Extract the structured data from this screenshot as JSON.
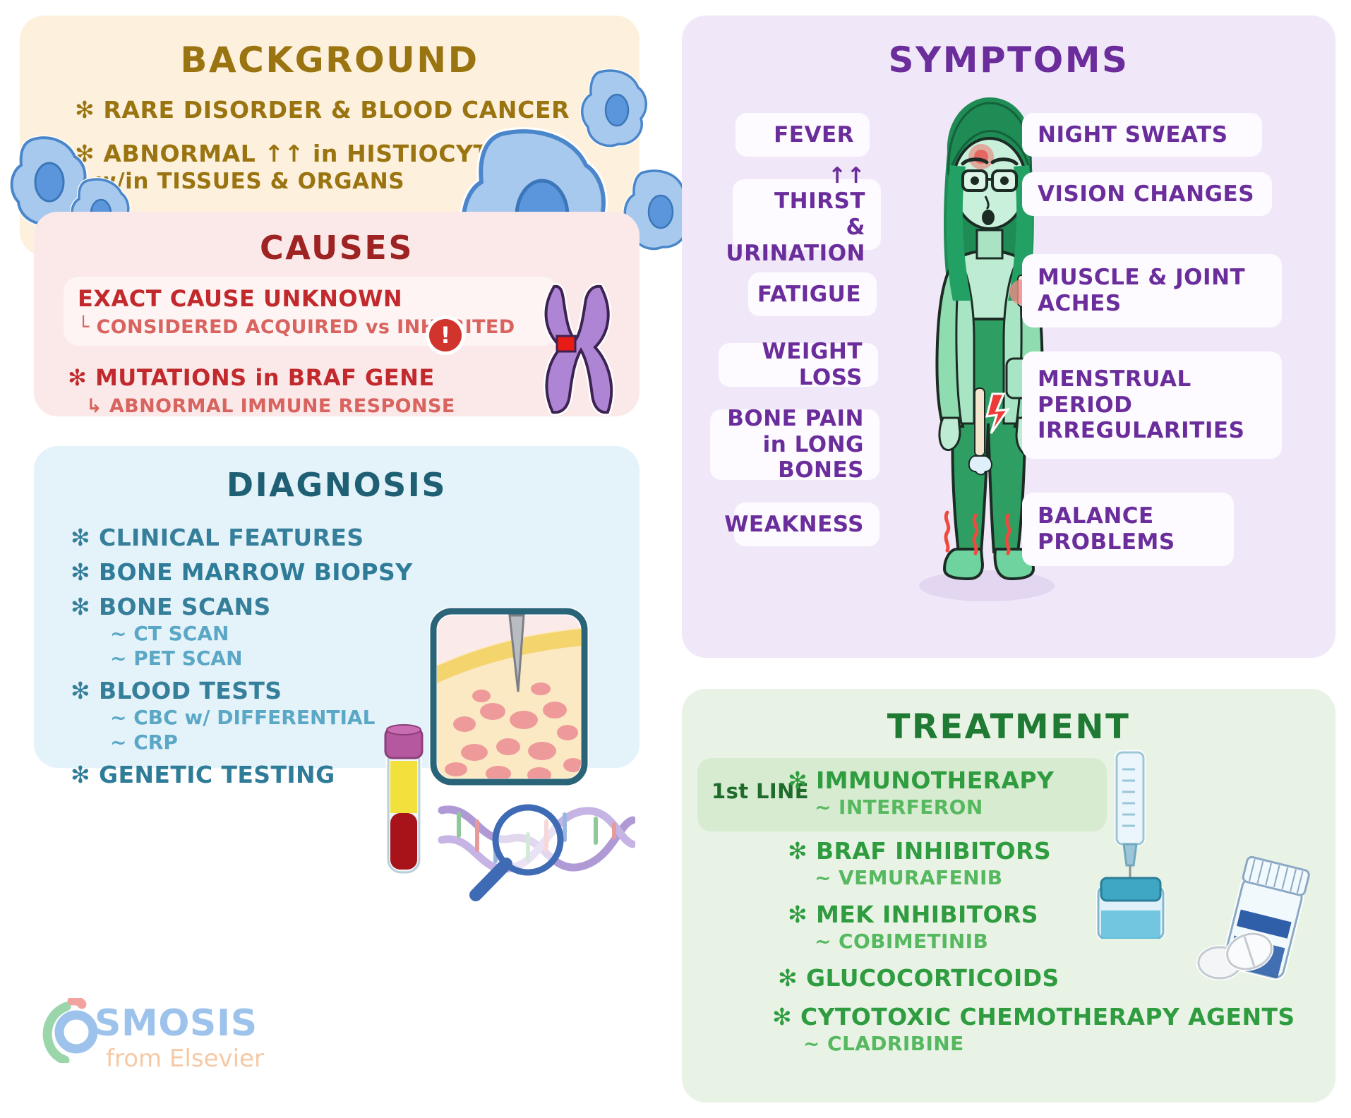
{
  "background": {
    "title": "BACKGROUND",
    "bullet_glyph": "✻",
    "items": [
      {
        "text": "RARE DISORDER & BLOOD CANCER"
      },
      {
        "text": "ABNORMAL ↑↑ in HISTIOCYTES",
        "sub": "w/in TISSUES & ORGANS"
      }
    ],
    "color": "#9a7410",
    "bg_color": "#fdf1dd"
  },
  "causes": {
    "title": "CAUSES",
    "highlight": {
      "main": "EXACT CAUSE UNKNOWN",
      "sub_arrow": "└",
      "sub": "CONSIDERED ACQUIRED vs INHERITED"
    },
    "item": {
      "bullet_glyph": "✻",
      "main": "MUTATIONS in BRAF GENE",
      "sub_arrow": "↳",
      "sub": "ABNORMAL IMMUNE RESPONSE"
    },
    "alert_glyph": "!",
    "color": "#c2292d",
    "title_color": "#9e2323",
    "bg_color": "#fbe9e9"
  },
  "diagnosis": {
    "title": "DIAGNOSIS",
    "bullet_glyph": "✻",
    "sub_glyph": "~",
    "items": [
      {
        "label": "CLINICAL FEATURES",
        "bold": false,
        "subs": []
      },
      {
        "label": "BONE MARROW BIOPSY",
        "bold": true,
        "subs": []
      },
      {
        "label": "BONE SCANS",
        "bold": false,
        "subs": [
          {
            "label": "CT SCAN",
            "bold": false
          },
          {
            "label": "PET SCAN",
            "bold": false
          }
        ]
      },
      {
        "label": "BLOOD TESTS",
        "bold": false,
        "subs": [
          {
            "label": "CBC w/ DIFFERENTIAL",
            "bold": true
          },
          {
            "label": "CRP",
            "bold": false
          }
        ]
      },
      {
        "label": "GENETIC TESTING",
        "bold": true,
        "subs": []
      }
    ],
    "color": "#357f9b",
    "title_color": "#1f5f73",
    "bg_color": "#e4f2f9"
  },
  "symptoms": {
    "title": "SYMPTOMS",
    "left_labels": [
      {
        "text": "FEVER"
      },
      {
        "text": "↑↑ THIRST",
        "line2": "& URINATION"
      },
      {
        "text": "FATIGUE"
      },
      {
        "text": "WEIGHT LOSS"
      },
      {
        "text": "BONE PAIN",
        "line2": "in LONG BONES"
      },
      {
        "text": "WEAKNESS"
      }
    ],
    "right_labels": [
      {
        "text": "NIGHT SWEATS"
      },
      {
        "text": "VISION CHANGES"
      },
      {
        "text": "MUSCLE & JOINT",
        "line2": "ACHES"
      },
      {
        "text": "MENSTRUAL",
        "line2": "PERIOD",
        "line3": "IRREGULARITIES"
      },
      {
        "text": "BALANCE",
        "line2": "PROBLEMS"
      }
    ],
    "color": "#6a2d9b",
    "bg_color": "#f0e8f8"
  },
  "treatment": {
    "title": "TREATMENT",
    "first_line_label": "1st LINE",
    "bullet_glyph": "✻",
    "sub_glyph": "~",
    "items": [
      {
        "label": "IMMUNOTHERAPY",
        "subs": [
          "INTERFERON"
        ],
        "highlighted": true
      },
      {
        "label": "BRAF INHIBITORS",
        "subs": [
          "VEMURAFENIB"
        ],
        "highlighted": false
      },
      {
        "label": "MEK INHIBITORS",
        "subs": [
          "COBIMETINIB"
        ],
        "highlighted": false
      },
      {
        "label": "GLUCOCORTICOIDS",
        "subs": [],
        "highlighted": false
      },
      {
        "label": "CYTOTOXIC CHEMOTHERAPY AGENTS",
        "subs": [
          "CLADRIBINE"
        ],
        "highlighted": false
      }
    ],
    "color": "#2e9c3f",
    "title_color": "#1f7a33",
    "bg_color": "#e8f3e6"
  },
  "logo": {
    "word": "SMOSIS",
    "tagline": "from Elsevier"
  }
}
